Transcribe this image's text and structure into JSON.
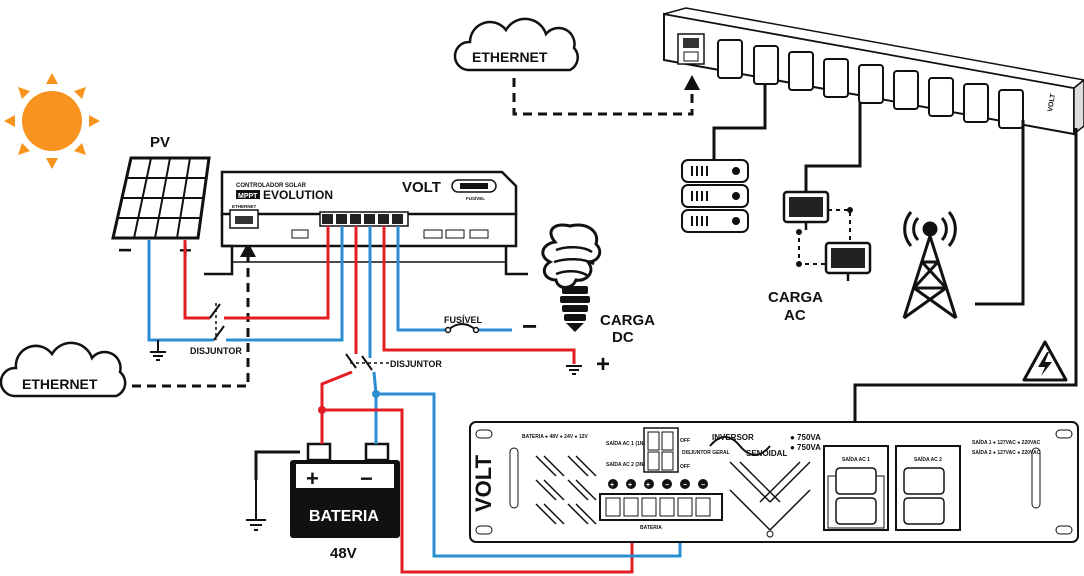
{
  "labels": {
    "pv": "PV",
    "pv_neg": "−",
    "pv_pos": "+",
    "ethernet_top": "ETHERNET",
    "ethernet_bottom": "ETHERNET",
    "disjuntor_1": "DISJUNTOR",
    "disjuntor_2": "DISJUNTOR",
    "fusivel": "FUSÍVEL",
    "carga_dc_1": "CARGA",
    "carga_dc_2": "DC",
    "dc_neg": "−",
    "dc_pos": "+",
    "carga_ac_1": "CARGA",
    "carga_ac_2": "AC",
    "bateria": "BATERIA",
    "battery_voltage": "48V",
    "bat_pos": "+",
    "bat_neg": "−"
  },
  "controller": {
    "title_small": "CONTROLADOR SOLAR",
    "title_mppt": "MPPT",
    "title_big": "EVOLUTION",
    "brand": "VOLT",
    "fusivel": "FUSÍVEL",
    "ethernet": "ETHERNET"
  },
  "pdu": {
    "brand": "VOLT"
  },
  "inverter": {
    "brand": "VOLT",
    "bateria_sel": "BATERIA ● 48V ● 24V ● 12V",
    "saida_1": "SAÍDA AC 1 (1N)",
    "saida_2": "SAÍDA AC 2 (3N)",
    "disjuntor_geral": "DISJUNTOR GERAL",
    "off_1": "OFF",
    "off_2": "OFF",
    "inversor": "INVERSOR",
    "senoidal": "SENOIDAL",
    "pwr_1": "● 750VA",
    "pwr_2": "● 750VA",
    "saida_ac1": "SAÍDA AC 1",
    "saida_ac2": "SAÍDA AC 2",
    "saida_info_1": "SAÍDA 1 ● 127VAC ● 220VAC",
    "saida_info_2": "SAÍDA 2 ● 127VAC ● 220VAC",
    "bateria_terminal": "BATERIA",
    "term_signs": [
      "+",
      "+",
      "+",
      "−",
      "−",
      "−"
    ]
  },
  "colors": {
    "sun": "#f7931e",
    "wire_positive": "#e31e24",
    "wire_negative": "#2a8fd0",
    "outline": "#111111"
  },
  "icons": [
    "sun-icon",
    "solar-panel-icon",
    "cloud-icon",
    "bulb-icon",
    "ground-icon",
    "server-icon",
    "monitor-icon",
    "antenna-tower-icon",
    "warning-icon"
  ]
}
